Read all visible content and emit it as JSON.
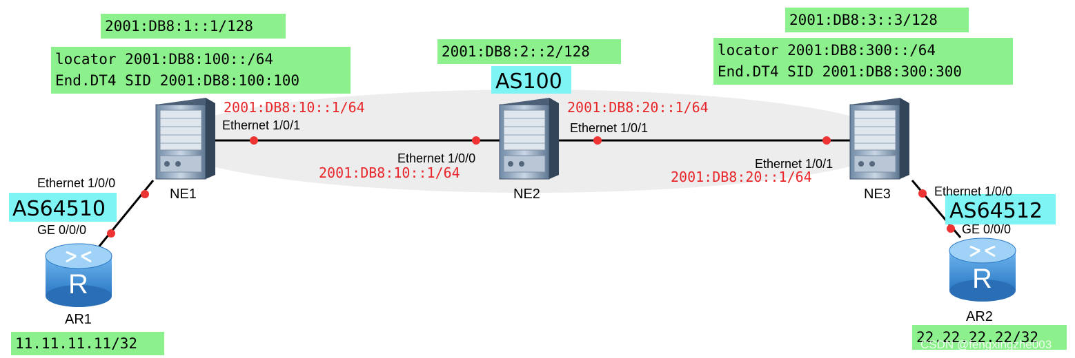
{
  "devices": {
    "ne1": "NE1",
    "ne2": "NE2",
    "ne3": "NE3",
    "ar1": "AR1",
    "ar2": "AR2"
  },
  "as_labels": {
    "as100": "AS100",
    "as64510": "AS64510",
    "as64512": "AS64512"
  },
  "ne1_info": {
    "loopback": "2001:DB8:1::1/128",
    "locator": "locator 2001:DB8:100::/64",
    "sid": "End.DT4 SID 2001:DB8:100:100"
  },
  "ne2_info": {
    "loopback": "2001:DB8:2::2/128"
  },
  "ne3_info": {
    "loopback": "2001:DB8:3::3/128",
    "locator": "locator 2001:DB8:300::/64",
    "sid": "End.DT4 SID 2001:DB8:300:300"
  },
  "ar1_info": {
    "loopback": "11.11.11.11/32"
  },
  "ar2_info": {
    "loopback": "22.22.22.22/32"
  },
  "interfaces": {
    "ne1_eth101": "Ethernet 1/0/1",
    "ne1_eth100": "Ethernet 1/0/0",
    "ar1_ge": "GE 0/0/0",
    "ne2_eth100": "Ethernet 1/0/0",
    "ne2_eth101": "Ethernet 1/0/1",
    "ne3_eth101": "Ethernet 1/0/1",
    "ne3_eth100": "Ethernet 1/0/0",
    "ar2_ge": "GE 0/0/0"
  },
  "addresses": {
    "ne1_ne2_a": "2001:DB8:10::1/64",
    "ne1_ne2_b": "2001:DB8:10::1/64",
    "ne2_ne3_a": "2001:DB8:20::1/64",
    "ne2_ne3_b": "2001:DB8:20::1/64"
  },
  "device_icons": {
    "ne1": "switch-chassis-icon",
    "ne2": "switch-chassis-icon",
    "ne3": "switch-chassis-icon",
    "ar1": "router-icon",
    "ar2": "router-icon"
  },
  "watermark": "CSDN @fengxingzhe003",
  "colors": {
    "info_box": "#8cf08c",
    "as_box": "#7ff4f4",
    "address_text": "#e8262a",
    "port_dot": "#ee3333",
    "as_ellipse": "#ededed"
  }
}
